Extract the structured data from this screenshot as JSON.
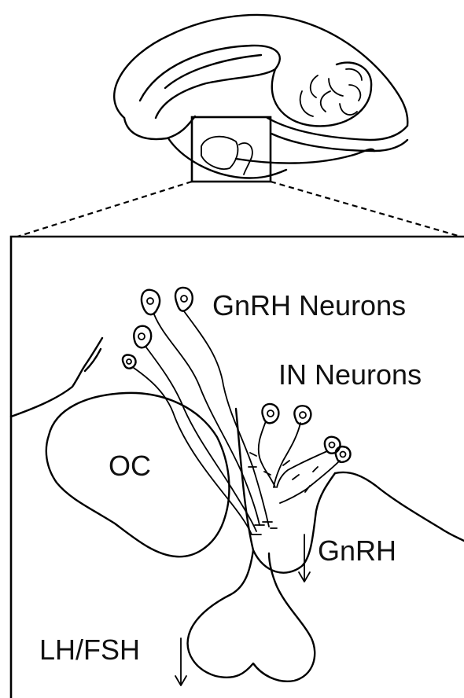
{
  "labels": {
    "gnrh_neurons": "GnRH Neurons",
    "in_neurons": "IN Neurons",
    "oc": "OC",
    "gnrh": "GnRH",
    "lh_fsh": "LH/FSH"
  },
  "colors": {
    "line": "#000000",
    "background": "#ffffff"
  }
}
